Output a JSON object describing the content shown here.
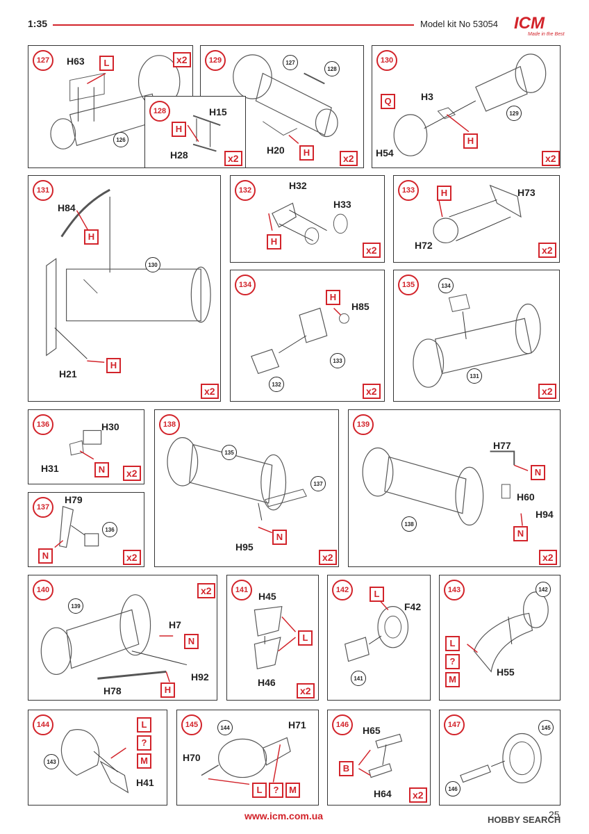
{
  "header": {
    "scale": "1:35",
    "model_kit": "Model kit No 53054",
    "logo": "ICM",
    "tagline": "Made in the Best"
  },
  "footer": {
    "url": "www.icm.com.ua",
    "page": "25",
    "watermark": "HOBBY SEARCH"
  },
  "colors": {
    "accent": "#d2232a",
    "line": "#333333"
  },
  "steps": [
    {
      "num": "127",
      "qty": "x2",
      "parts": [
        "H63"
      ],
      "tags": [
        "L"
      ],
      "refs": [
        "126"
      ]
    },
    {
      "num": "128",
      "qty": "x2",
      "parts": [
        "H15",
        "H28"
      ],
      "tags": [
        "H"
      ],
      "refs": []
    },
    {
      "num": "129",
      "qty": "x2",
      "parts": [
        "H20"
      ],
      "tags": [
        "H"
      ],
      "refs": [
        "127",
        "128"
      ]
    },
    {
      "num": "130",
      "qty": "x2",
      "parts": [
        "H3",
        "H54"
      ],
      "tags": [
        "Q",
        "H"
      ],
      "refs": [
        "129"
      ]
    },
    {
      "num": "131",
      "qty": "x2",
      "parts": [
        "H84",
        "H21"
      ],
      "tags": [
        "H",
        "H"
      ],
      "refs": [
        "130"
      ]
    },
    {
      "num": "132",
      "qty": "x2",
      "parts": [
        "H32",
        "H33"
      ],
      "tags": [
        "H"
      ],
      "refs": []
    },
    {
      "num": "133",
      "qty": "x2",
      "parts": [
        "H73",
        "H72"
      ],
      "tags": [
        "H"
      ],
      "refs": []
    },
    {
      "num": "134",
      "qty": "x2",
      "parts": [
        "H85"
      ],
      "tags": [
        "H"
      ],
      "refs": [
        "133",
        "132"
      ]
    },
    {
      "num": "135",
      "qty": "x2",
      "parts": [],
      "tags": [],
      "refs": [
        "134",
        "131"
      ]
    },
    {
      "num": "136",
      "qty": "x2",
      "parts": [
        "H30",
        "H31"
      ],
      "tags": [
        "N"
      ],
      "refs": []
    },
    {
      "num": "137",
      "qty": "x2",
      "parts": [
        "H79"
      ],
      "tags": [
        "N"
      ],
      "refs": [
        "136"
      ]
    },
    {
      "num": "138",
      "qty": "x2",
      "parts": [
        "H95"
      ],
      "tags": [
        "N"
      ],
      "refs": [
        "135",
        "137"
      ]
    },
    {
      "num": "139",
      "qty": "x2",
      "parts": [
        "H77",
        "H60",
        "H94"
      ],
      "tags": [
        "N",
        "N"
      ],
      "refs": [
        "138"
      ]
    },
    {
      "num": "140",
      "qty": "x2",
      "parts": [
        "H7",
        "H92",
        "H78"
      ],
      "tags": [
        "N",
        "H"
      ],
      "refs": [
        "139"
      ]
    },
    {
      "num": "141",
      "qty": "x2",
      "parts": [
        "H45",
        "H46"
      ],
      "tags": [
        "L"
      ],
      "refs": []
    },
    {
      "num": "142",
      "qty": "",
      "parts": [
        "F42"
      ],
      "tags": [
        "L"
      ],
      "refs": [
        "141"
      ]
    },
    {
      "num": "143",
      "qty": "",
      "parts": [
        "H55"
      ],
      "tags": [
        "L",
        "?",
        "M"
      ],
      "refs": [
        "142"
      ]
    },
    {
      "num": "144",
      "qty": "",
      "parts": [
        "H41"
      ],
      "tags": [
        "L",
        "?",
        "M"
      ],
      "refs": [
        "143"
      ]
    },
    {
      "num": "145",
      "qty": "",
      "parts": [
        "H71",
        "H70"
      ],
      "tags": [
        "L",
        "?",
        "M"
      ],
      "refs": [
        "144"
      ]
    },
    {
      "num": "146",
      "qty": "x2",
      "parts": [
        "H65",
        "H64"
      ],
      "tags": [
        "B"
      ],
      "refs": []
    },
    {
      "num": "147",
      "qty": "",
      "parts": [],
      "tags": [],
      "refs": [
        "145",
        "146"
      ]
    }
  ]
}
